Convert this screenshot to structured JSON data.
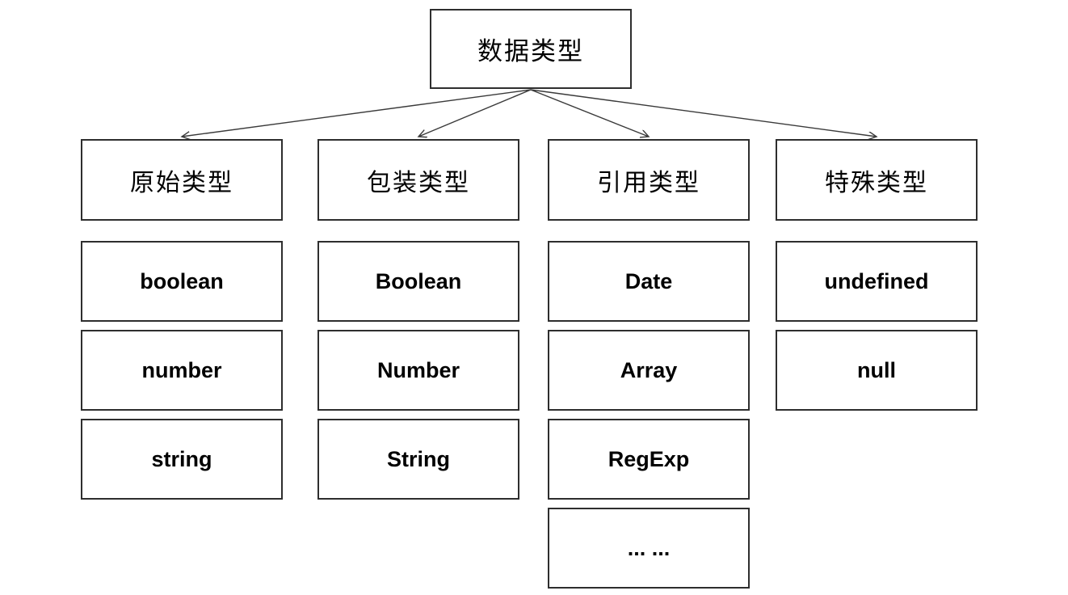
{
  "diagram": {
    "title": "数据类型",
    "root": {
      "label": "数据类型"
    },
    "columns": [
      {
        "header": "原始类型",
        "children": [
          "boolean",
          "number",
          "string"
        ]
      },
      {
        "header": "包装类型",
        "children": [
          "Boolean",
          "Number",
          "String"
        ]
      },
      {
        "header": "引用类型",
        "children": [
          "Date",
          "Array",
          "RegExp",
          "... ..."
        ]
      },
      {
        "header": "特殊类型",
        "children": [
          "undefined",
          "null"
        ]
      }
    ],
    "colors": {
      "background": "#ffffff",
      "box_border": "#2e2e2e",
      "text": "#000000",
      "arrow": "#3a3a3a"
    }
  }
}
